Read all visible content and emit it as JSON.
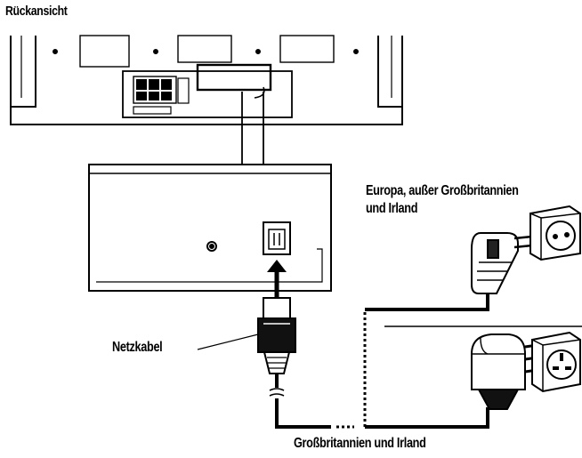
{
  "labels": {
    "rear_view": "Rückansicht",
    "europe_line1": "Europa, außer Großbritannien",
    "europe_line2": "und Irland",
    "power_cable": "Netzkabel",
    "uk_ireland": "Großbritannien und Irland"
  },
  "colors": {
    "ink": "#000000",
    "background": "#ffffff",
    "light_gray": "#dddddd"
  },
  "icons": {
    "eu_plug": "schuko-plug-icon",
    "eu_socket": "schuko-socket-icon",
    "uk_plug": "bs1363-plug-icon",
    "uk_socket": "bs1363-socket-icon",
    "iec_inlet": "iec-c14-inlet-icon",
    "iec_connector": "iec-c13-connector-icon"
  }
}
